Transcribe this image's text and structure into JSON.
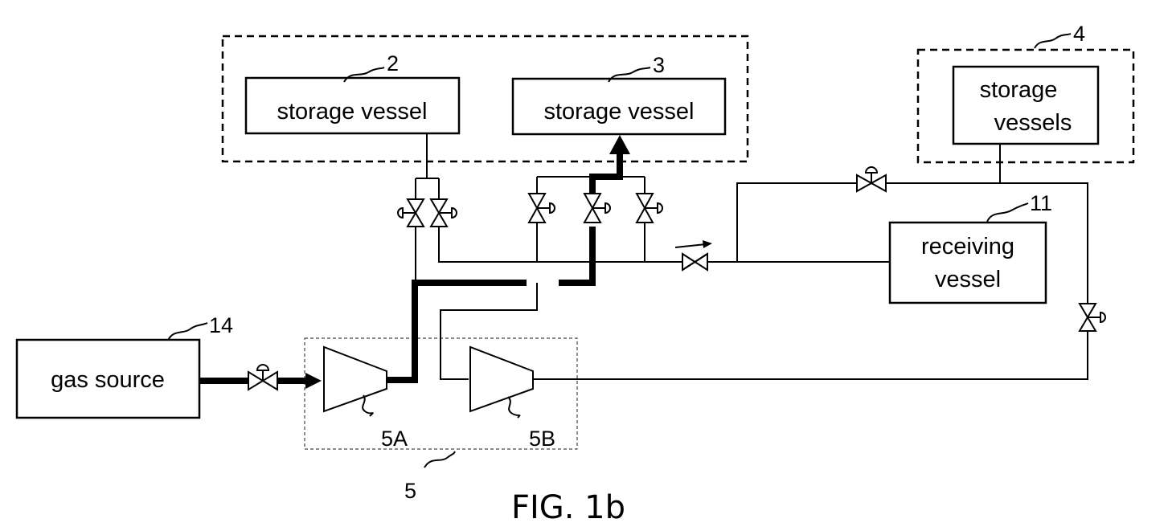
{
  "figure_title": "FIG. 1b",
  "components": {
    "storage_vessel_2": {
      "label": "storage vessel",
      "ref": "2"
    },
    "storage_vessel_3": {
      "label": "storage vessel",
      "ref": "3"
    },
    "storage_vessels_4": {
      "label_line1": "storage",
      "label_line2": "vessels",
      "ref": "4"
    },
    "receiving_vessel_11": {
      "label_line1": "receiving",
      "label_line2": "vessel",
      "ref": "11"
    },
    "gas_source_14": {
      "label": "gas source",
      "ref": "14"
    },
    "compressor_5a": {
      "ref": "5A"
    },
    "compressor_5b": {
      "ref": "5B"
    },
    "compressor_group_5": {
      "ref": "5"
    }
  }
}
